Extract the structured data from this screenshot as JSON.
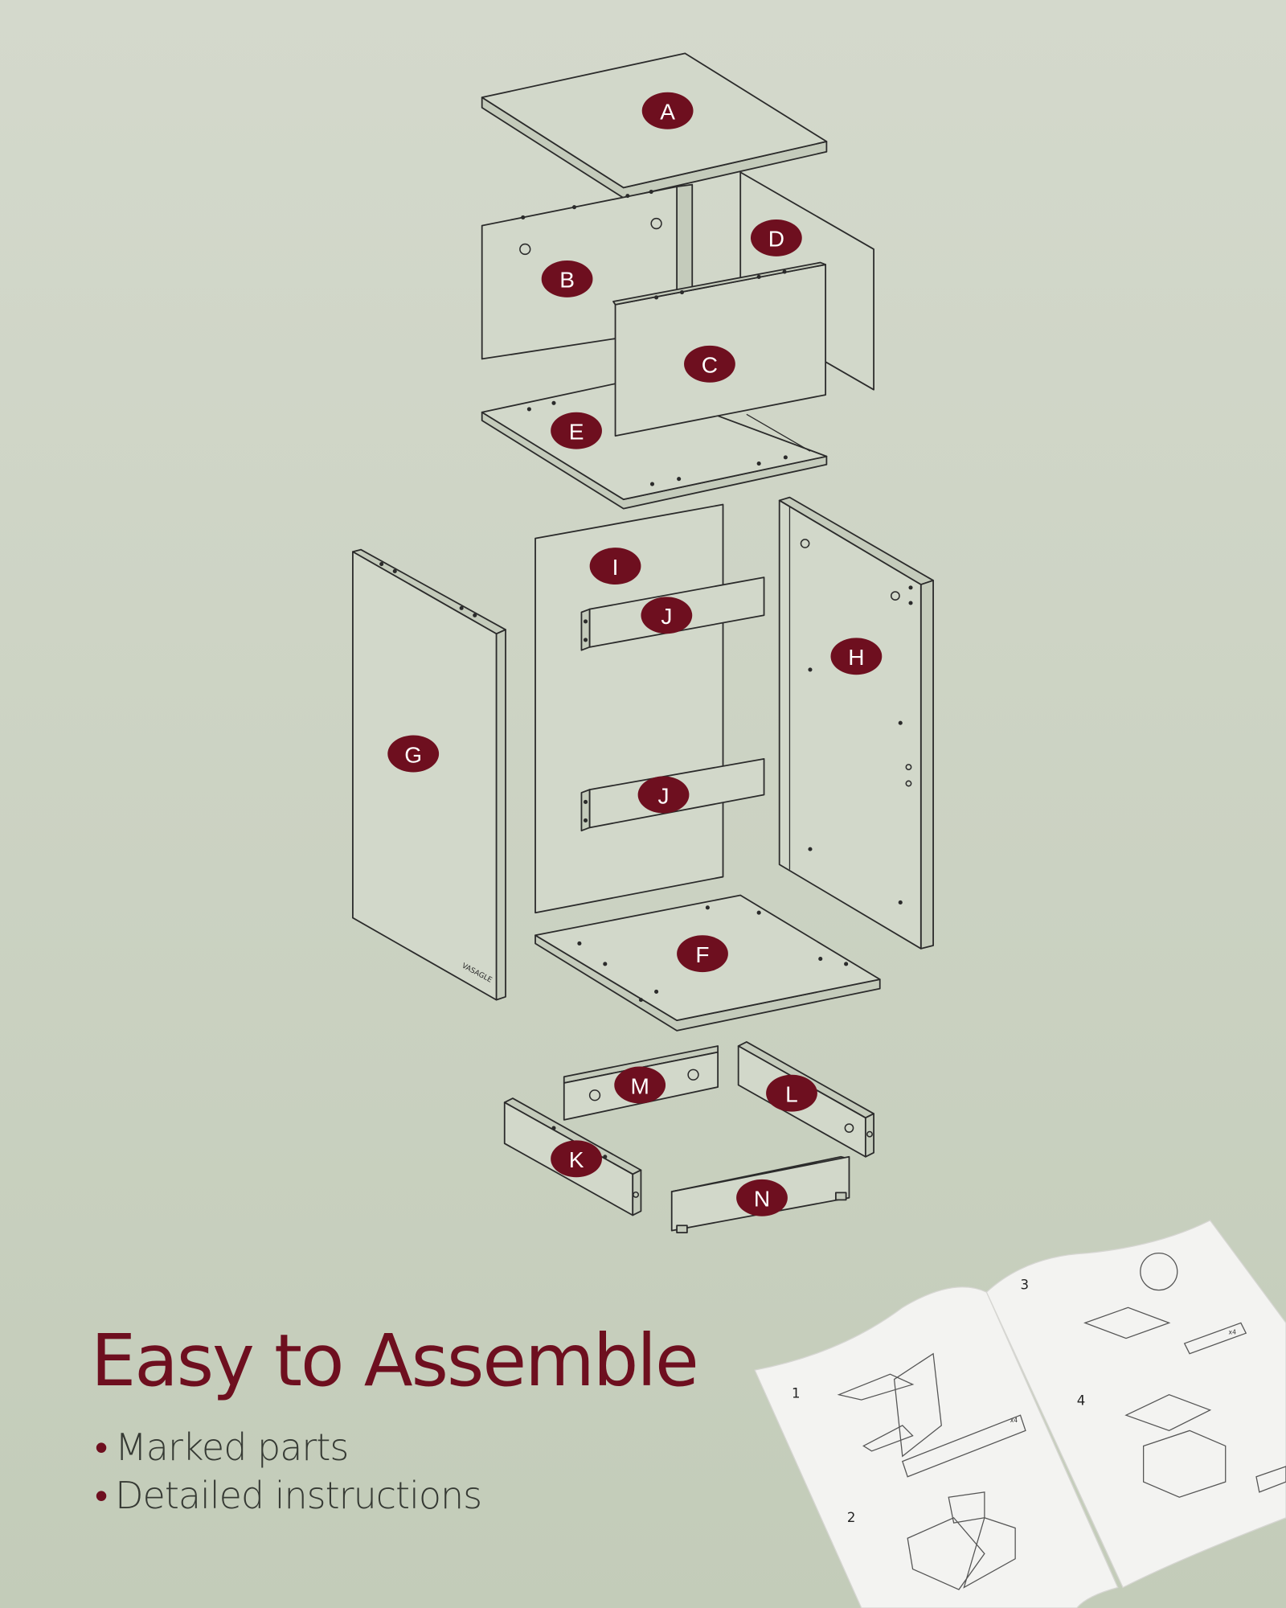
{
  "parts": {
    "A": "A",
    "B": "B",
    "C": "C",
    "D": "D",
    "E": "E",
    "F": "F",
    "G": "G",
    "H": "H",
    "I": "I",
    "J1": "J",
    "J2": "J",
    "K": "K",
    "L": "L",
    "M": "M",
    "N": "N"
  },
  "panel_marking": "VASAGLE",
  "headline": "Easy to Assemble",
  "features": [
    "Marked parts",
    "Detailed instructions"
  ],
  "booklet": {
    "steps": [
      "1",
      "2",
      "3",
      "4"
    ],
    "qty": "x4"
  },
  "colors": {
    "accent": "#6e0f1f",
    "background": "#cbd2c2",
    "text": "#363a34"
  }
}
